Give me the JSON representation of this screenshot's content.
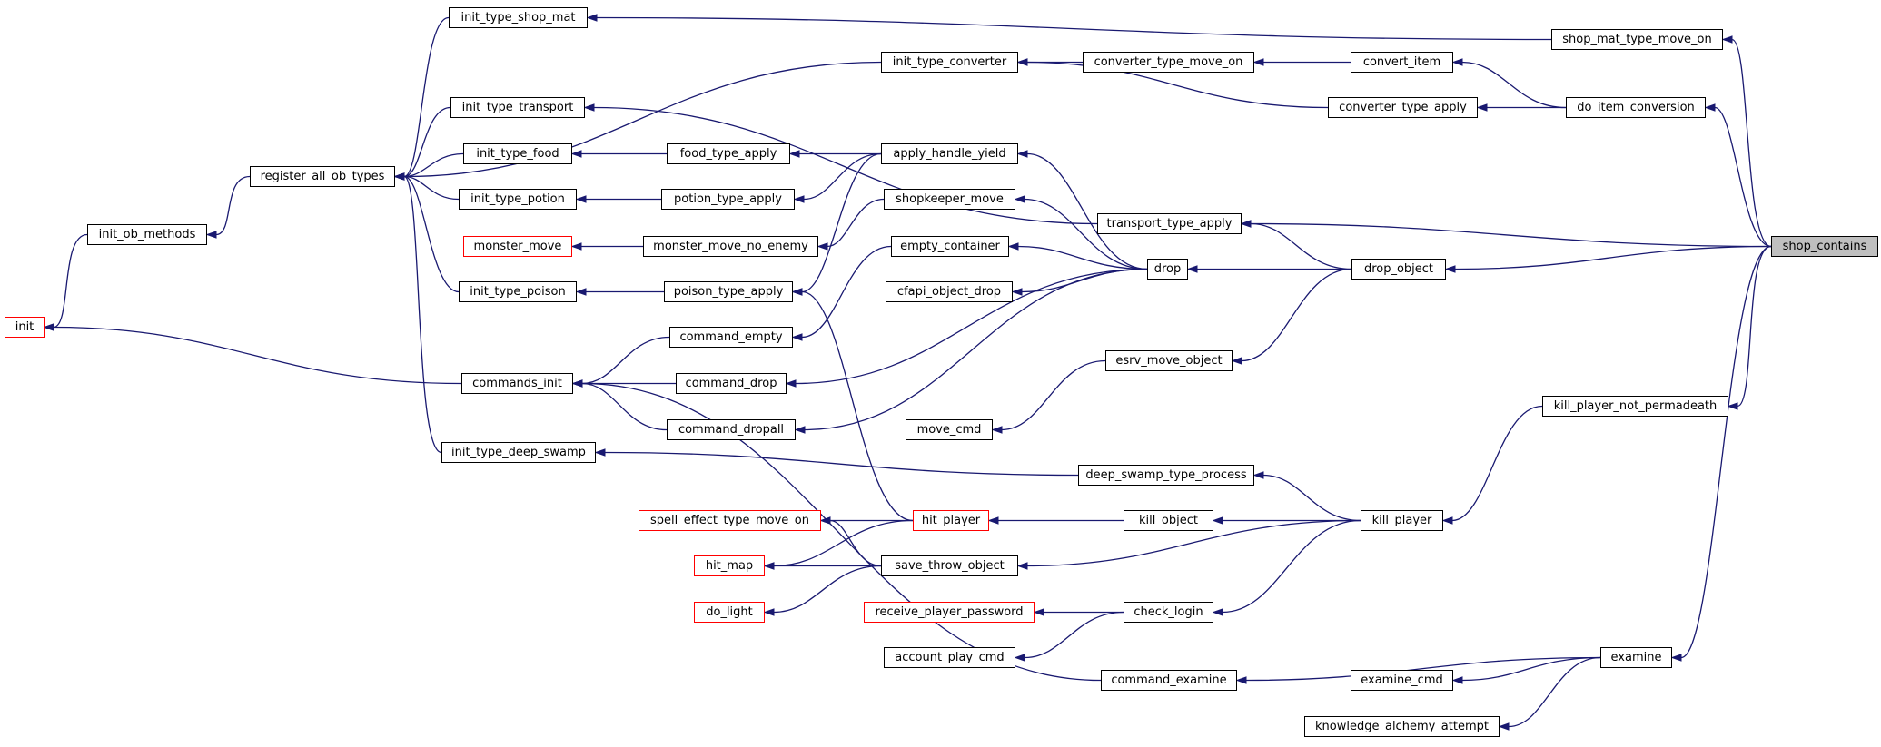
{
  "graph": {
    "nodes": {
      "init_type_shop_mat": {
        "label": "init_type_shop_mat",
        "style": "normal"
      },
      "shop_mat_type_move_on": {
        "label": "shop_mat_type_move_on",
        "style": "normal"
      },
      "init_type_converter": {
        "label": "init_type_converter",
        "style": "normal"
      },
      "converter_type_move_on": {
        "label": "converter_type_move_on",
        "style": "normal"
      },
      "convert_item": {
        "label": "convert_item",
        "style": "normal"
      },
      "init_type_transport": {
        "label": "init_type_transport",
        "style": "normal"
      },
      "converter_type_apply": {
        "label": "converter_type_apply",
        "style": "normal"
      },
      "do_item_conversion": {
        "label": "do_item_conversion",
        "style": "normal"
      },
      "init_type_food": {
        "label": "init_type_food",
        "style": "normal"
      },
      "food_type_apply": {
        "label": "food_type_apply",
        "style": "normal"
      },
      "apply_handle_yield": {
        "label": "apply_handle_yield",
        "style": "normal"
      },
      "register_all_ob_types": {
        "label": "register_all_ob_types",
        "style": "normal"
      },
      "init_type_potion": {
        "label": "init_type_potion",
        "style": "normal"
      },
      "potion_type_apply": {
        "label": "potion_type_apply",
        "style": "normal"
      },
      "shopkeeper_move": {
        "label": "shopkeeper_move",
        "style": "normal"
      },
      "init_ob_methods": {
        "label": "init_ob_methods",
        "style": "normal"
      },
      "transport_type_apply": {
        "label": "transport_type_apply",
        "style": "normal"
      },
      "shop_contains": {
        "label": "shop_contains",
        "style": "root"
      },
      "monster_move": {
        "label": "monster_move",
        "style": "truncated"
      },
      "monster_move_no_enemy": {
        "label": "monster_move_no_enemy",
        "style": "normal"
      },
      "empty_container": {
        "label": "empty_container",
        "style": "normal"
      },
      "drop": {
        "label": "drop",
        "style": "normal"
      },
      "drop_object": {
        "label": "drop_object",
        "style": "normal"
      },
      "init_type_poison": {
        "label": "init_type_poison",
        "style": "normal"
      },
      "poison_type_apply": {
        "label": "poison_type_apply",
        "style": "normal"
      },
      "cfapi_object_drop": {
        "label": "cfapi_object_drop",
        "style": "normal"
      },
      "init": {
        "label": "init",
        "style": "truncated"
      },
      "command_empty": {
        "label": "command_empty",
        "style": "normal"
      },
      "esrv_move_object": {
        "label": "esrv_move_object",
        "style": "normal"
      },
      "commands_init": {
        "label": "commands_init",
        "style": "normal"
      },
      "command_drop": {
        "label": "command_drop",
        "style": "normal"
      },
      "kill_player_not_permadeath": {
        "label": "kill_player_not_permadeath",
        "style": "normal"
      },
      "command_dropall": {
        "label": "command_dropall",
        "style": "normal"
      },
      "move_cmd": {
        "label": "move_cmd",
        "style": "normal"
      },
      "init_type_deep_swamp": {
        "label": "init_type_deep_swamp",
        "style": "normal"
      },
      "deep_swamp_type_process": {
        "label": "deep_swamp_type_process",
        "style": "normal"
      },
      "spell_effect_type_move_on": {
        "label": "spell_effect_type_move_on",
        "style": "truncated"
      },
      "hit_player": {
        "label": "hit_player",
        "style": "truncated"
      },
      "kill_object": {
        "label": "kill_object",
        "style": "normal"
      },
      "kill_player": {
        "label": "kill_player",
        "style": "normal"
      },
      "hit_map": {
        "label": "hit_map",
        "style": "truncated"
      },
      "save_throw_object": {
        "label": "save_throw_object",
        "style": "normal"
      },
      "do_light": {
        "label": "do_light",
        "style": "truncated"
      },
      "receive_player_password": {
        "label": "receive_player_password",
        "style": "truncated"
      },
      "check_login": {
        "label": "check_login",
        "style": "normal"
      },
      "account_play_cmd": {
        "label": "account_play_cmd",
        "style": "normal"
      },
      "examine": {
        "label": "examine",
        "style": "normal"
      },
      "command_examine": {
        "label": "command_examine",
        "style": "normal"
      },
      "examine_cmd": {
        "label": "examine_cmd",
        "style": "normal"
      },
      "knowledge_alchemy_attempt": {
        "label": "knowledge_alchemy_attempt",
        "style": "normal"
      }
    },
    "edges": [
      {
        "from": "init_ob_methods",
        "to": "init"
      },
      {
        "from": "register_all_ob_types",
        "to": "init_ob_methods"
      },
      {
        "from": "init_type_shop_mat",
        "to": "register_all_ob_types"
      },
      {
        "from": "init_type_converter",
        "to": "register_all_ob_types"
      },
      {
        "from": "init_type_transport",
        "to": "register_all_ob_types"
      },
      {
        "from": "init_type_food",
        "to": "register_all_ob_types"
      },
      {
        "from": "init_type_potion",
        "to": "register_all_ob_types"
      },
      {
        "from": "init_type_poison",
        "to": "register_all_ob_types"
      },
      {
        "from": "init_type_deep_swamp",
        "to": "register_all_ob_types"
      },
      {
        "from": "commands_init",
        "to": "init"
      },
      {
        "from": "shop_mat_type_move_on",
        "to": "init_type_shop_mat"
      },
      {
        "from": "converter_type_move_on",
        "to": "init_type_converter"
      },
      {
        "from": "convert_item",
        "to": "converter_type_move_on"
      },
      {
        "from": "converter_type_apply",
        "to": "init_type_converter"
      },
      {
        "from": "do_item_conversion",
        "to": "convert_item"
      },
      {
        "from": "do_item_conversion",
        "to": "converter_type_apply"
      },
      {
        "from": "transport_type_apply",
        "to": "init_type_transport"
      },
      {
        "from": "food_type_apply",
        "to": "init_type_food"
      },
      {
        "from": "apply_handle_yield",
        "to": "food_type_apply"
      },
      {
        "from": "apply_handle_yield",
        "to": "potion_type_apply"
      },
      {
        "from": "apply_handle_yield",
        "to": "poison_type_apply"
      },
      {
        "from": "potion_type_apply",
        "to": "init_type_potion"
      },
      {
        "from": "poison_type_apply",
        "to": "init_type_poison"
      },
      {
        "from": "monster_move_no_enemy",
        "to": "monster_move"
      },
      {
        "from": "shopkeeper_move",
        "to": "monster_move_no_enemy"
      },
      {
        "from": "empty_container",
        "to": "command_empty"
      },
      {
        "from": "command_empty",
        "to": "commands_init"
      },
      {
        "from": "command_drop",
        "to": "commands_init"
      },
      {
        "from": "command_dropall",
        "to": "commands_init"
      },
      {
        "from": "command_examine",
        "to": "commands_init"
      },
      {
        "from": "deep_swamp_type_process",
        "to": "init_type_deep_swamp"
      },
      {
        "from": "drop",
        "to": "apply_handle_yield"
      },
      {
        "from": "drop",
        "to": "shopkeeper_move"
      },
      {
        "from": "drop",
        "to": "empty_container"
      },
      {
        "from": "drop",
        "to": "cfapi_object_drop"
      },
      {
        "from": "drop",
        "to": "command_drop"
      },
      {
        "from": "drop",
        "to": "command_dropall"
      },
      {
        "from": "drop_object",
        "to": "drop"
      },
      {
        "from": "drop_object",
        "to": "transport_type_apply"
      },
      {
        "from": "drop_object",
        "to": "esrv_move_object"
      },
      {
        "from": "esrv_move_object",
        "to": "move_cmd"
      },
      {
        "from": "hit_player",
        "to": "spell_effect_type_move_on"
      },
      {
        "from": "hit_player",
        "to": "hit_map"
      },
      {
        "from": "hit_player",
        "to": "poison_type_apply"
      },
      {
        "from": "kill_object",
        "to": "hit_player"
      },
      {
        "from": "save_throw_object",
        "to": "spell_effect_type_move_on"
      },
      {
        "from": "save_throw_object",
        "to": "hit_map"
      },
      {
        "from": "save_throw_object",
        "to": "do_light"
      },
      {
        "from": "check_login",
        "to": "receive_player_password"
      },
      {
        "from": "check_login",
        "to": "account_play_cmd"
      },
      {
        "from": "kill_player",
        "to": "deep_swamp_type_process"
      },
      {
        "from": "kill_player",
        "to": "kill_object"
      },
      {
        "from": "kill_player",
        "to": "save_throw_object"
      },
      {
        "from": "kill_player",
        "to": "check_login"
      },
      {
        "from": "kill_player_not_permadeath",
        "to": "kill_player"
      },
      {
        "from": "examine",
        "to": "command_examine"
      },
      {
        "from": "examine",
        "to": "examine_cmd"
      },
      {
        "from": "examine",
        "to": "knowledge_alchemy_attempt"
      },
      {
        "from": "shop_contains",
        "to": "shop_mat_type_move_on"
      },
      {
        "from": "shop_contains",
        "to": "do_item_conversion"
      },
      {
        "from": "shop_contains",
        "to": "transport_type_apply"
      },
      {
        "from": "shop_contains",
        "to": "drop_object"
      },
      {
        "from": "shop_contains",
        "to": "kill_player_not_permadeath"
      },
      {
        "from": "shop_contains",
        "to": "examine"
      }
    ]
  },
  "colors": {
    "edge": "#191970",
    "node_border": "#000000",
    "truncated_border": "#ff0000",
    "root_fill": "#bfbfbf",
    "background": "#ffffff"
  }
}
